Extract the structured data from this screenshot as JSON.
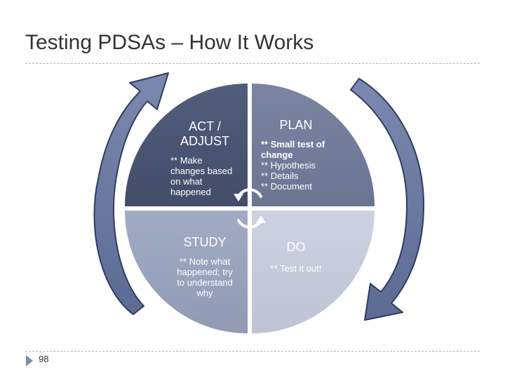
{
  "slide": {
    "title": "Testing PDSAs – How It Works",
    "page_number": "98"
  },
  "quadrants": {
    "act": {
      "title": "ACT / ADJUST",
      "body": [
        "** Make",
        "changes based",
        "on what",
        "happened"
      ],
      "color": "#4b5675"
    },
    "plan": {
      "title": "PLAN",
      "body": [
        "** Small test of",
        "change",
        "** Hypothesis",
        "** Details",
        "** Document"
      ],
      "color": "#737d9b"
    },
    "study": {
      "title": "STUDY",
      "body": [
        "** Note what",
        "happened; try",
        "to understand",
        "why"
      ],
      "color": "#9aa3bd"
    },
    "do": {
      "title": "DO",
      "body": [
        "** Test it out!"
      ],
      "color": "#c6cbdb"
    }
  },
  "arrows": {
    "outer_fill": "#6b7aa3",
    "outer_stroke": "#2f3d5e"
  }
}
